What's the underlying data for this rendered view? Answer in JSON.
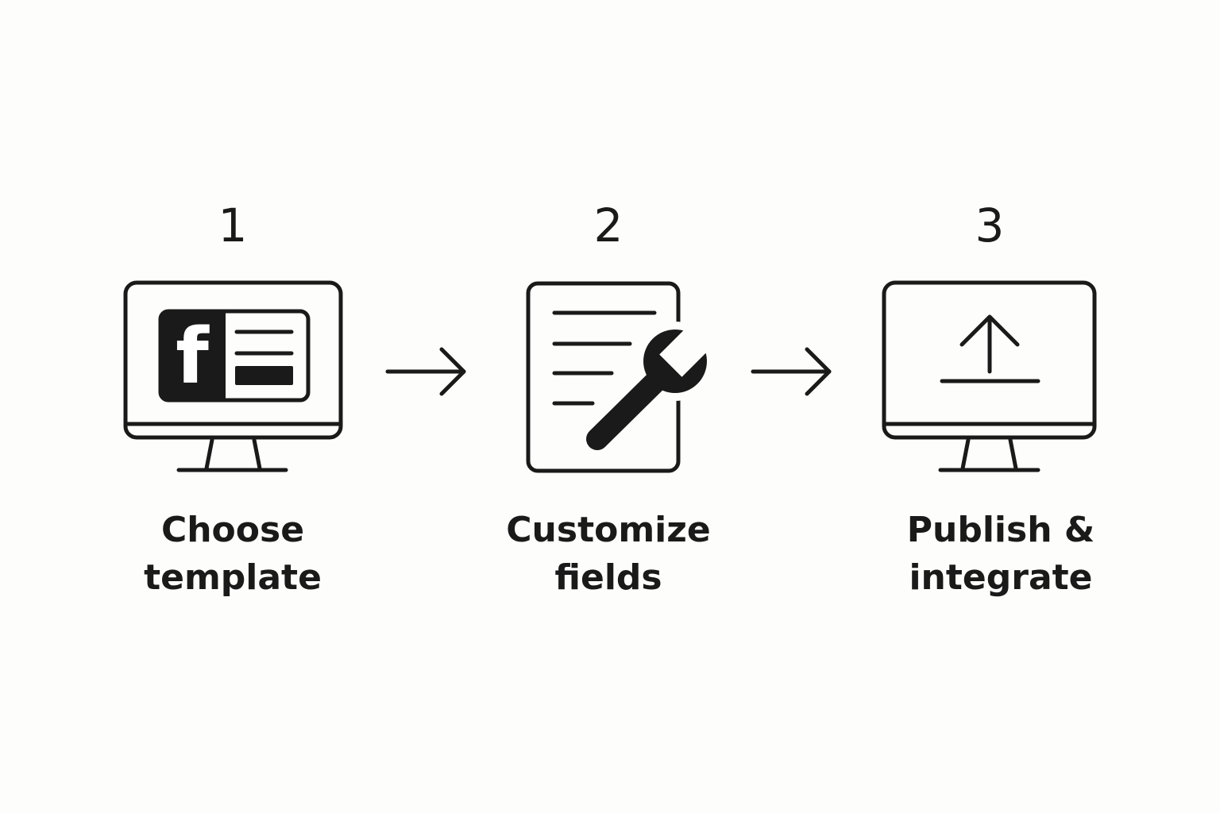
{
  "colors": {
    "background": "#fdfdfb",
    "ink": "#1a1a1a"
  },
  "steps": [
    {
      "number": "1",
      "label_line1": "Choose",
      "label_line2": "template",
      "icon": "monitor-facebook-template-icon"
    },
    {
      "number": "2",
      "label_line1": "Customize",
      "label_line2": "fields",
      "icon": "document-wrench-icon"
    },
    {
      "number": "3",
      "label_line1": "Publish &",
      "label_line2": "integrate",
      "icon": "monitor-upload-icon"
    }
  ],
  "connectors": [
    {
      "icon": "arrow-right-icon"
    },
    {
      "icon": "arrow-right-icon"
    }
  ]
}
